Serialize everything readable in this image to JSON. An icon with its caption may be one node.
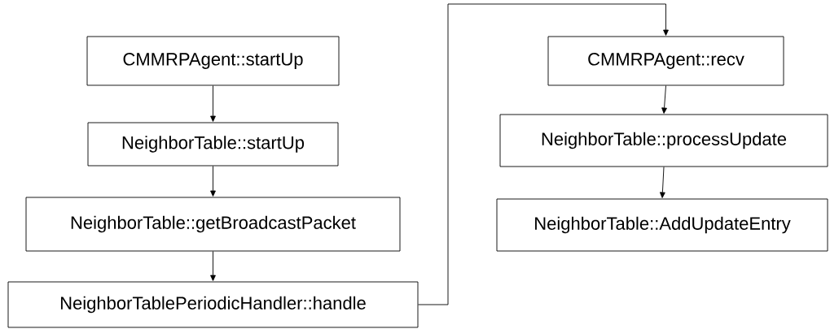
{
  "diagram": {
    "nodes": [
      {
        "text": [
          "CMMRPAgent::startUp"
        ]
      },
      {
        "text": [
          "NeighborTable::startUp"
        ]
      },
      {
        "text": [
          "NeighborTable::getBroadcastPacket"
        ]
      },
      {
        "text": [
          "NeighborTablePeriodicHandler::handle"
        ]
      },
      {
        "text": [
          "CMMRPAgent::recv"
        ]
      },
      {
        "text": [
          "NeighborTable::processUpdate"
        ]
      },
      {
        "text": [
          "NeighborTable::AddUpdateEntry"
        ]
      }
    ],
    "edges": [
      {
        "from": 0,
        "to": 1,
        "arrow": "to"
      },
      {
        "from": 1,
        "to": 2,
        "arrow": "to"
      },
      {
        "from": 2,
        "to": 3,
        "arrow": "to"
      },
      {
        "from": 3,
        "to": 4,
        "arrow": "to"
      },
      {
        "from": 4,
        "to": 5,
        "arrow": "to"
      },
      {
        "from": 5,
        "to": 6,
        "arrow": "to"
      }
    ]
  }
}
